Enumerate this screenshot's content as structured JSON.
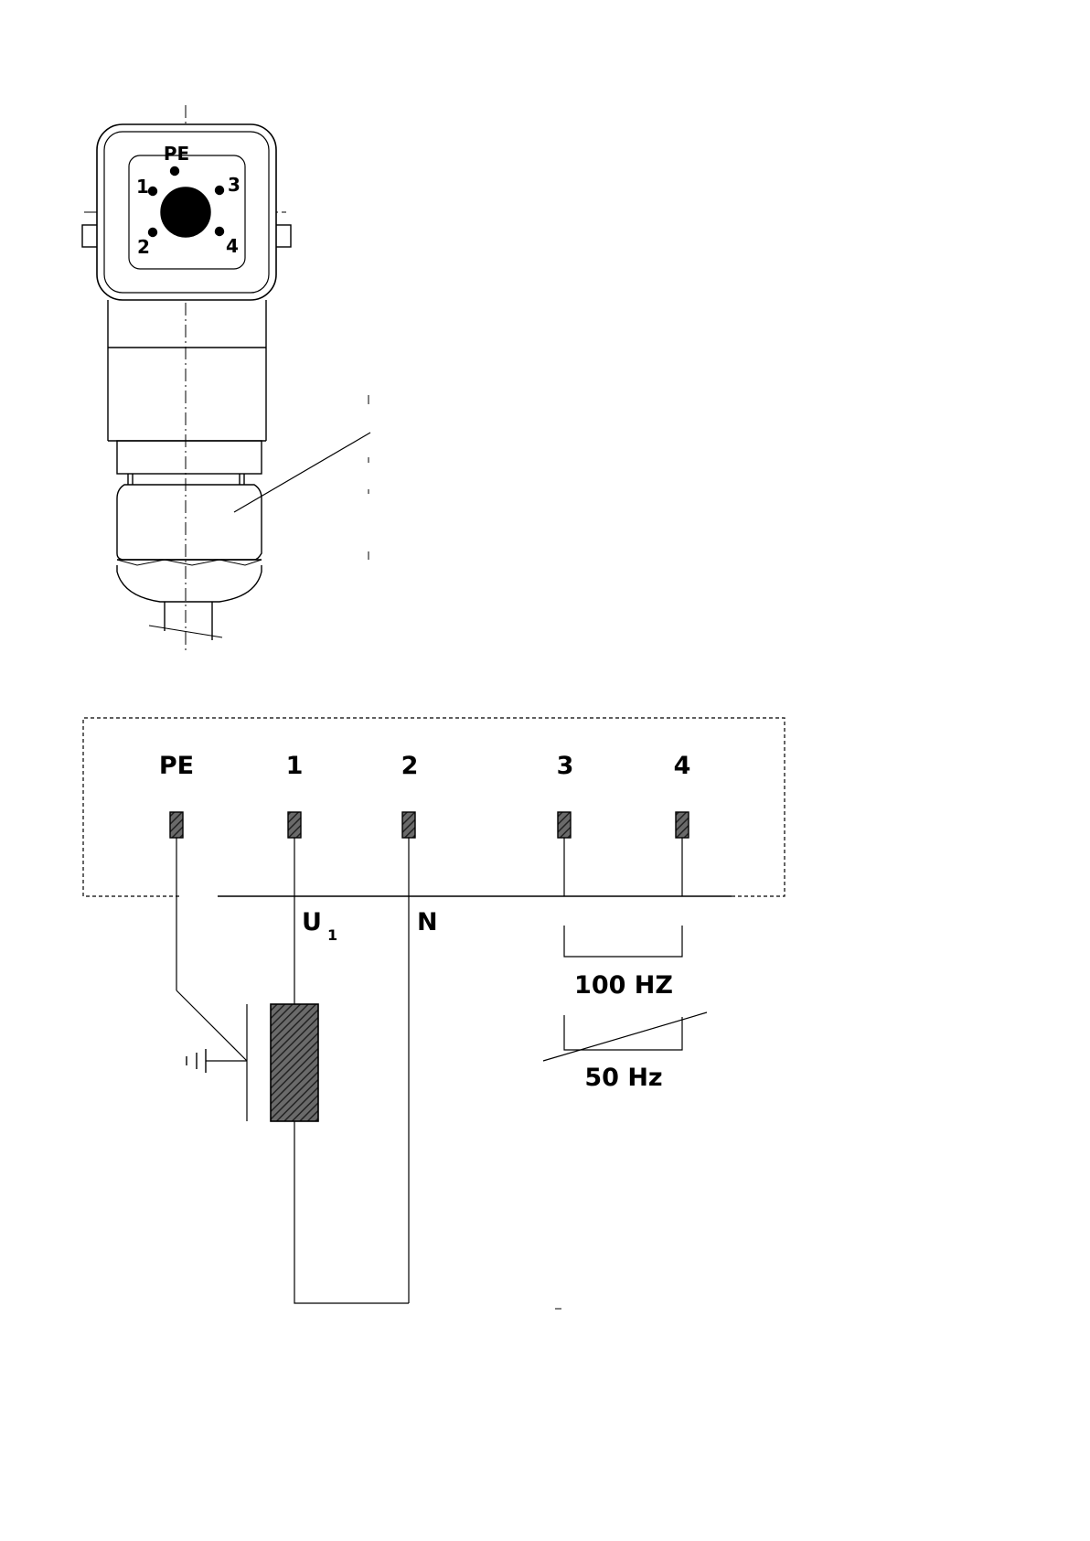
{
  "connector_view": {
    "pin_labels": {
      "pe": "PE",
      "p1": "1",
      "p2": "2",
      "p3": "3",
      "p4": "4"
    }
  },
  "wiring_diagram": {
    "terminals": [
      "PE",
      "1",
      "2",
      "3",
      "4"
    ],
    "supply": {
      "line_main": "U",
      "line_sub": "1",
      "neutral": "N"
    },
    "frequency_labels": {
      "hz100": "100 HZ",
      "hz50": "50 Hz"
    }
  },
  "colors": {
    "ink": "#000000",
    "terminal_fill": "#555555",
    "coil_fill": "#444444"
  }
}
